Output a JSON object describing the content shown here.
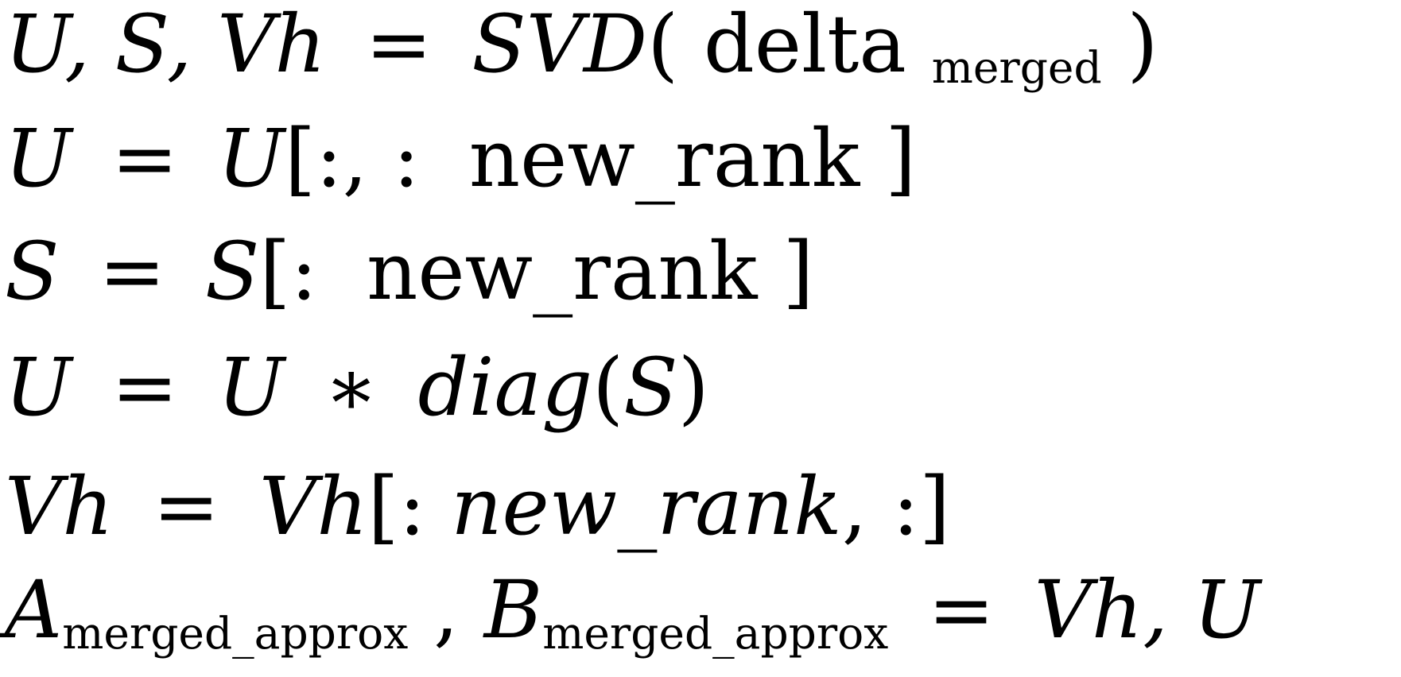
{
  "lines": [
    {
      "lhs": "U, S, Vh",
      "eq": "=",
      "func": "SVD",
      "open": "(",
      "arg": "delta",
      "sub": "merged",
      "close": ")"
    },
    {
      "lhs": "U",
      "eq": "=",
      "var": "U",
      "open": "[",
      "slice": ":, :",
      "text": "new_rank",
      "close": "]"
    },
    {
      "lhs": "S",
      "eq": "=",
      "var": "S",
      "open": "[",
      "slice": ":",
      "text": "new_rank",
      "close": "]"
    },
    {
      "lhs": "U",
      "eq": "=",
      "var": "U",
      "op": "∗",
      "func": "diag",
      "open": "(",
      "arg": "S",
      "close": ")"
    },
    {
      "lhs": "Vh",
      "eq": "=",
      "var": "Vh",
      "open": "[",
      "slice": ":",
      "text": "new_rank",
      "tail": ", :",
      "close": "]"
    },
    {
      "a": "A",
      "a_sub": "merged_approx",
      "comma": ",",
      "b": "B",
      "b_sub": "merged_approx",
      "eq": "=",
      "rhs": "Vh, U"
    }
  ]
}
